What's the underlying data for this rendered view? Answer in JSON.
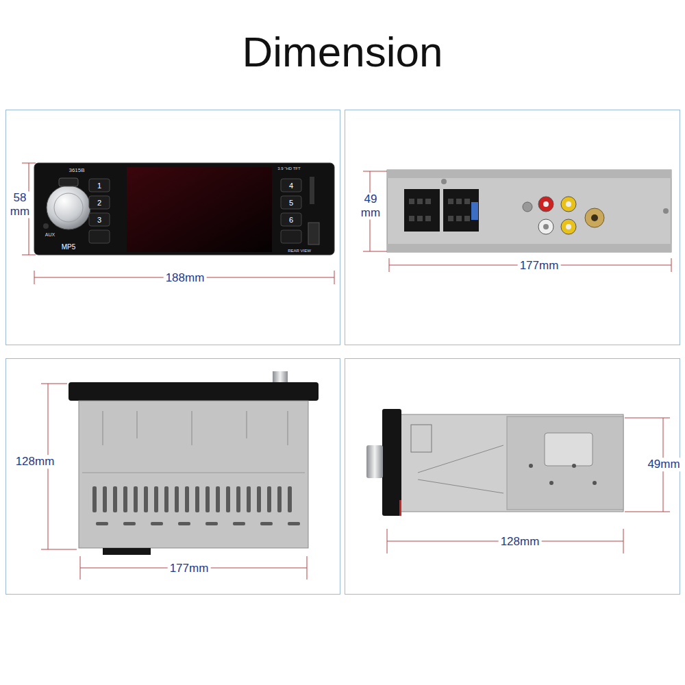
{
  "diagram": {
    "title": "Dimension",
    "nodes": [
      {
        "text": [
          "58 mm",
          "188mm"
        ]
      },
      {
        "text": [
          "49 mm",
          "177mm"
        ]
      },
      {
        "text": [
          "128mm",
          "177mm"
        ]
      },
      {
        "text": [
          "49mm",
          "128mm"
        ]
      }
    ],
    "labels": [
      "3615B",
      "3.9 \"HD TFT",
      "1",
      "2",
      "3",
      "4",
      "5",
      "6",
      "MP5",
      "AUX",
      "REAR VIEW"
    ]
  }
}
